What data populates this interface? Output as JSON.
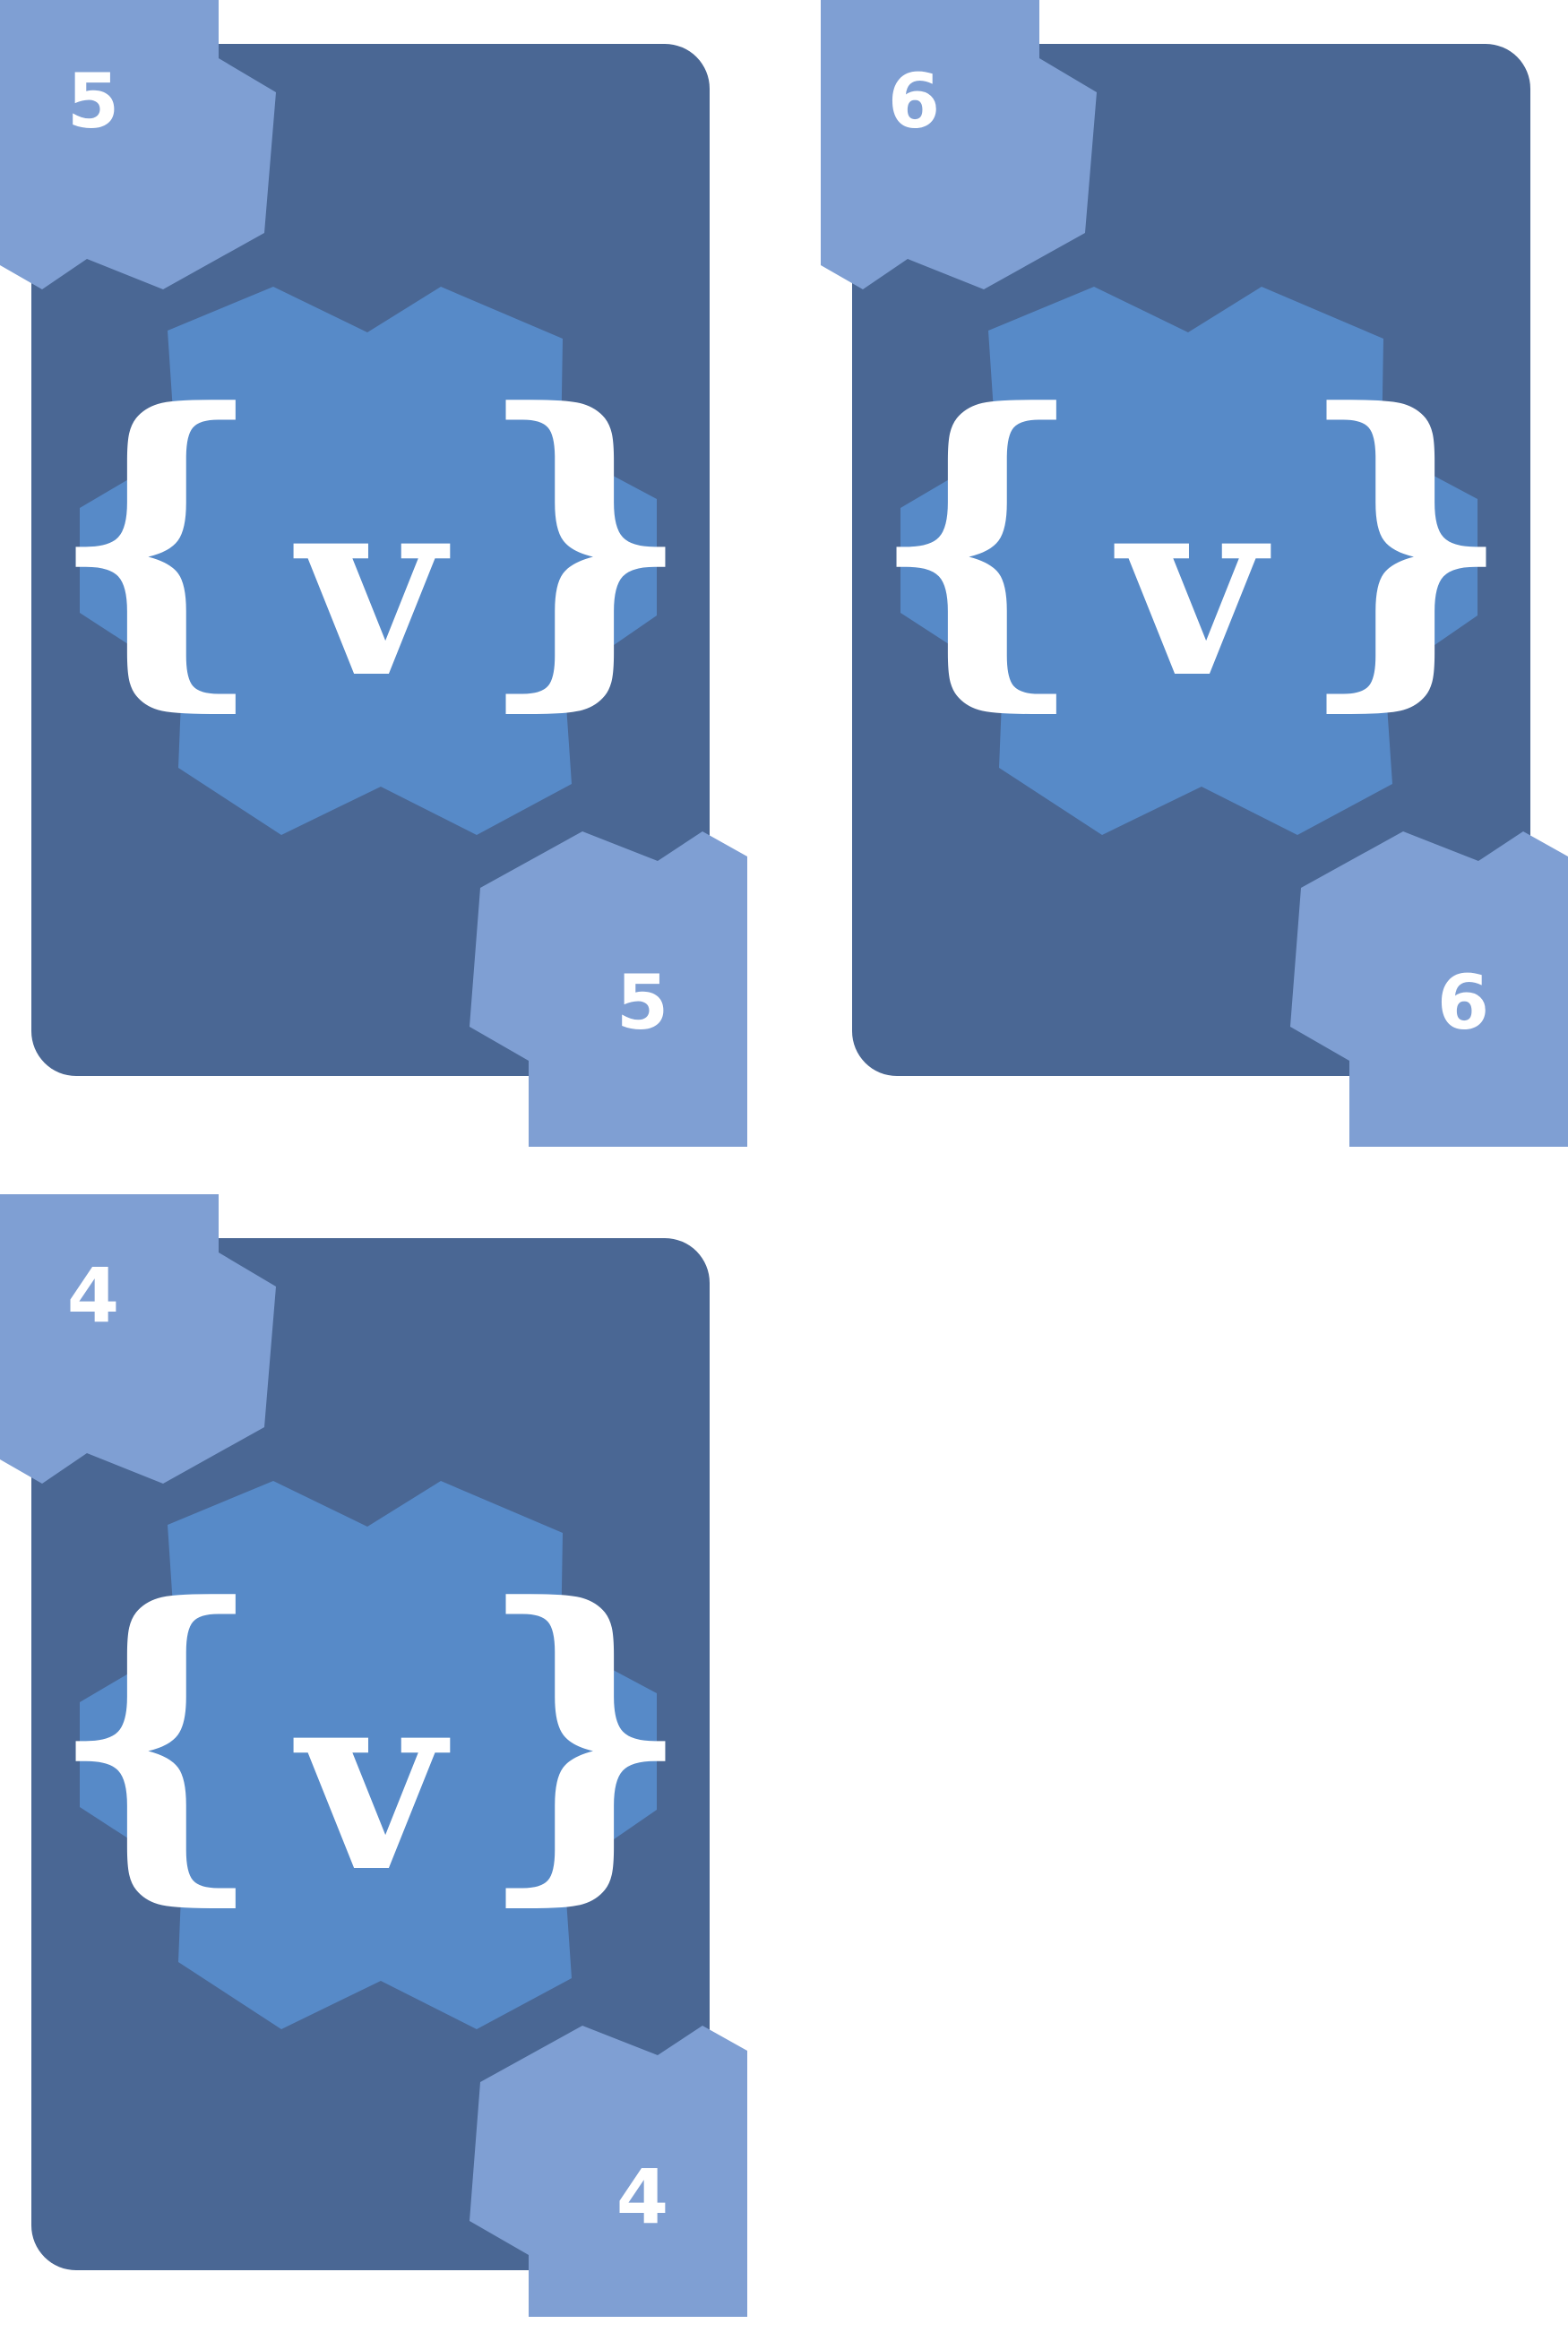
{
  "colors": {
    "card_body": "#4a6794",
    "corner_badge": "#7f9fd3",
    "center_emblem": "#578ac8",
    "glyph": "#ffffff"
  },
  "cards": [
    {
      "value": "5",
      "symbol": "v",
      "brace_open": "{",
      "brace_close": "}"
    },
    {
      "value": "6",
      "symbol": "v",
      "brace_open": "{",
      "brace_close": "}"
    },
    {
      "value": "4",
      "symbol": "v",
      "brace_open": "{",
      "brace_close": "}"
    }
  ]
}
